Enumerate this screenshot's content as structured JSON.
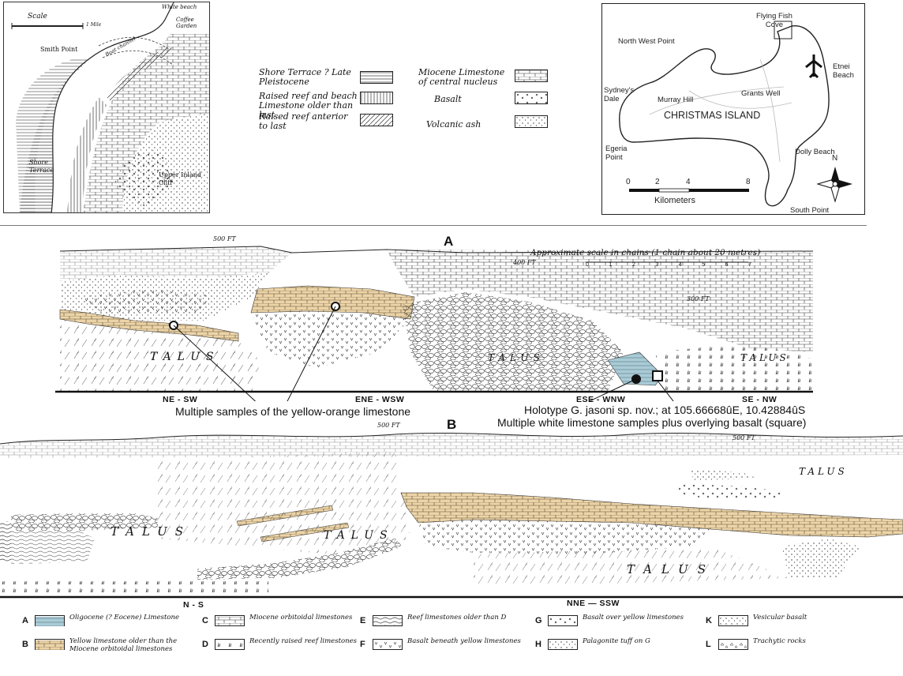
{
  "map_left": {
    "labels": {
      "scale": "Scale",
      "mile": "1 Mile",
      "smith_point": "Smith Point",
      "white_beach": "White beach",
      "coffee_garden": "Coffee Garden",
      "boat_channel": "Boat channel",
      "shore_terrace": "Shore Terrace",
      "upper_inland_cliff": "Upper Inland Cliff"
    }
  },
  "legend_top": {
    "items": [
      {
        "label": "Shore Terrace ? Late Pleistocene"
      },
      {
        "label": "Raised reef and beach Limestone older than last"
      },
      {
        "label": "Raised reef anterior to last"
      },
      {
        "label": "Miocene Limestone of central nucleus"
      },
      {
        "label": "Basalt"
      },
      {
        "label": "Volcanic ash"
      }
    ]
  },
  "map_right": {
    "title": "CHRISTMAS ISLAND",
    "places": {
      "flying_fish_cove": "Flying Fish Cove",
      "north_west_point": "North West Point",
      "etnei_beach": "Etnei Beach",
      "sydneys_dale": "Sydney's Dale",
      "murray_hill": "Murray Hill",
      "grants_well": "Grants Well",
      "egeria_point": "Egeria Point",
      "dolly_beach": "Dolly Beach",
      "south_point": "South Point"
    },
    "scale_ticks": [
      "0",
      "2",
      "4",
      "8"
    ],
    "scale_unit": "Kilometers",
    "north": "N"
  },
  "section_a": {
    "letter": "A",
    "scale_text": "Approximate scale in chains (1 chain about 20 metres)",
    "scale_ticks": [
      "0",
      "1",
      "2",
      "3",
      "4",
      "5",
      "6",
      "7"
    ],
    "heights": {
      "h500": "500 FT",
      "h400": "400 FT",
      "h300": "300 FT"
    },
    "talus": "TALUS",
    "directions": [
      "NE - SW",
      "ENE - WSW",
      "ESE - WNW",
      "SE - NW"
    ],
    "caption_left": "Multiple samples of the yellow-orange limestone",
    "caption_right_1": "Holotype G. jasoni sp. nov.; at 105.66668ûE, 10.42884ûS",
    "caption_right_2": "Multiple white limestone samples plus overlying basalt (square)"
  },
  "section_b": {
    "letter": "B",
    "heights": {
      "h500a": "500 FT",
      "h500b": "500 FT"
    },
    "talus": "TALUS",
    "directions": [
      "N - S",
      "NNE — SSW"
    ]
  },
  "legend_bottom": {
    "items": [
      {
        "letter": "A",
        "text": "Oligocene (? Eocene) Limestone"
      },
      {
        "letter": "B",
        "text": "Yellow limestone older than the Miocene orbitoidal limestones"
      },
      {
        "letter": "C",
        "text": "Miocene orbitoidal limestones"
      },
      {
        "letter": "D",
        "text": "Recently raised reef limestones"
      },
      {
        "letter": "E",
        "text": "Reef limestones older than D"
      },
      {
        "letter": "F",
        "text": "Basalt beneath yellow limestones"
      },
      {
        "letter": "G",
        "text": "Basalt over yellow limestones"
      },
      {
        "letter": "H",
        "text": "Palagonite tuff on G"
      },
      {
        "letter": "K",
        "text": "Vesicular basalt"
      },
      {
        "letter": "L",
        "text": "Trachytic rocks"
      }
    ]
  },
  "colors": {
    "yellow_limestone": "#ecd4a8",
    "oligocene_blue": "#a9cbd6",
    "ink": "#1a1a1a"
  }
}
